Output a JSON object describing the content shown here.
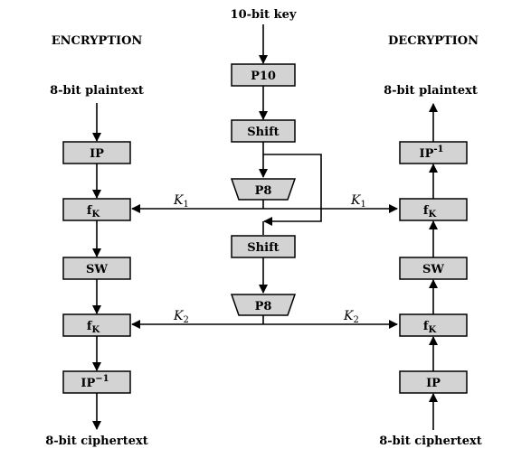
{
  "headers": {
    "key": "10-bit key",
    "encryption": "ENCRYPTION",
    "decryption": "DECRYPTION"
  },
  "encryption": {
    "input": "8-bit plaintext",
    "output": "8-bit ciphertext",
    "ip": "IP",
    "fk1": "f",
    "fk_sub": "K",
    "sw": "SW",
    "fk2": "f",
    "ip_inv": "IP",
    "inv_sup": "−1"
  },
  "decryption": {
    "input": "8-bit ciphertext",
    "output": "8-bit plaintext",
    "ip": "IP",
    "fk1": "f",
    "fk_sub": "K",
    "sw": "SW",
    "fk2": "f",
    "ip_inv": "IP",
    "inv_sup": "-1"
  },
  "key_schedule": {
    "p10": "P10",
    "shift1": "Shift",
    "p8_1": "P8",
    "shift2": "Shift",
    "p8_2": "P8",
    "k1": "K",
    "k1_sub": "1",
    "k2": "K",
    "k2_sub": "2"
  }
}
